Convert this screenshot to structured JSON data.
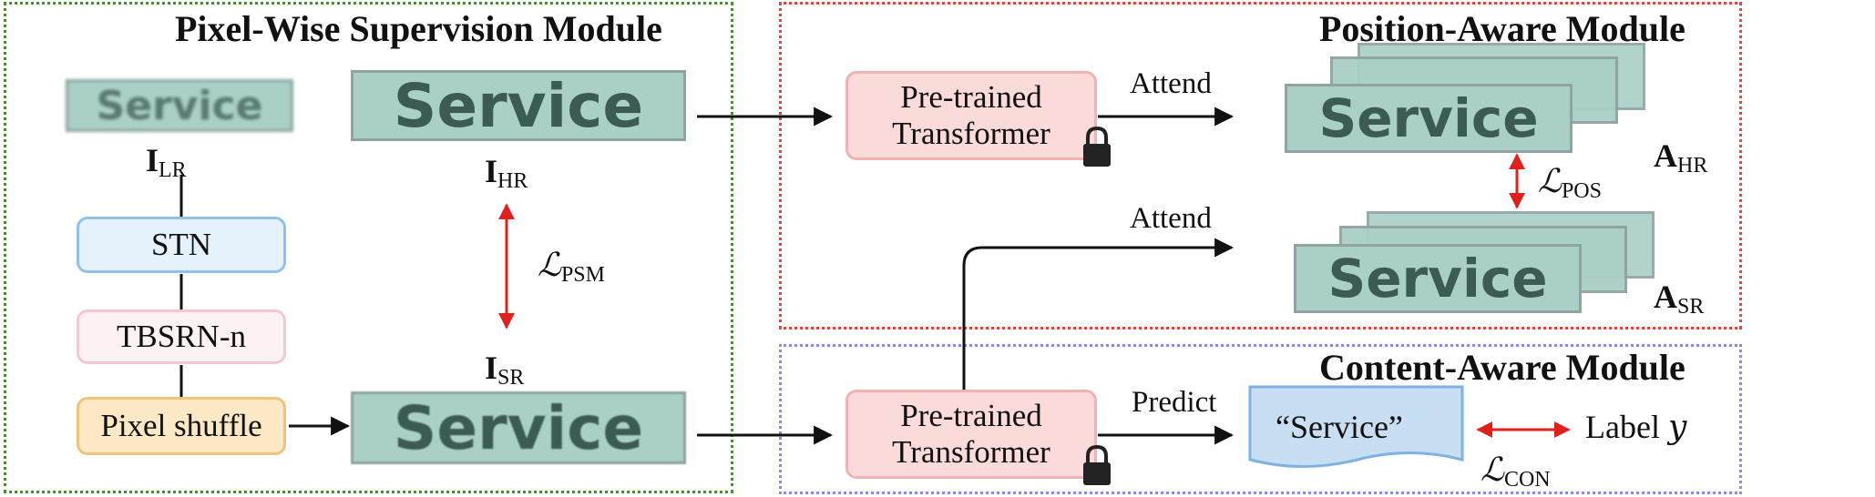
{
  "modules": {
    "psm": "Pixel-Wise Supervision Module",
    "pam": "Position-Aware Module",
    "cam": "Content-Aware Module"
  },
  "blocks": {
    "stn": "STN",
    "tbsrn": "TBSRN-n",
    "pixel_shuffle": "Pixel shuffle",
    "transformer_top": [
      "Pre-trained",
      "Transformer"
    ],
    "transformer_bottom": [
      "Pre-trained",
      "Transformer"
    ]
  },
  "images": {
    "lr_word": "Service",
    "hr_word": "Service",
    "sr_word": "Service",
    "att_hr_word": "Service",
    "att_sr_word": "Service",
    "predicted_text": "“Service”"
  },
  "symbols": {
    "i_lr": {
      "main": "I",
      "sub": "LR"
    },
    "i_hr": {
      "main": "I",
      "sub": "HR"
    },
    "i_sr": {
      "main": "I",
      "sub": "SR"
    },
    "a_hr": {
      "main": "A",
      "sub": "HR"
    },
    "a_sr": {
      "main": "A",
      "sub": "SR"
    },
    "l_psm": {
      "main": "ℒ",
      "sub": "PSM"
    },
    "l_pos": {
      "main": "ℒ",
      "sub": "POS"
    },
    "l_con": {
      "main": "ℒ",
      "sub": "CON"
    }
  },
  "edges": {
    "attend_top": "Attend",
    "attend_bottom": "Attend",
    "predict": "Predict",
    "label": "Label",
    "label_var": "y"
  },
  "icons": [
    "lock-icon"
  ],
  "colors": {
    "psm_border": "#4e8a3a",
    "pam_border": "#e8453c",
    "cam_border": "#8a8ae6",
    "stn_fill": "#e6f2fb",
    "stn_border": "#8fc1ea",
    "tbsrn_fill": "#fdf2f3",
    "tbsrn_border": "#f2c9d0",
    "shuffle_fill": "#fde8c6",
    "shuffle_border": "#f1c27a",
    "transformer_fill": "#fbdada",
    "transformer_border": "#f0b2b2",
    "loss_arrow": "#e0201b",
    "text_image_fill": "#a9cfc7",
    "prediction_fill": "#c8def3"
  }
}
